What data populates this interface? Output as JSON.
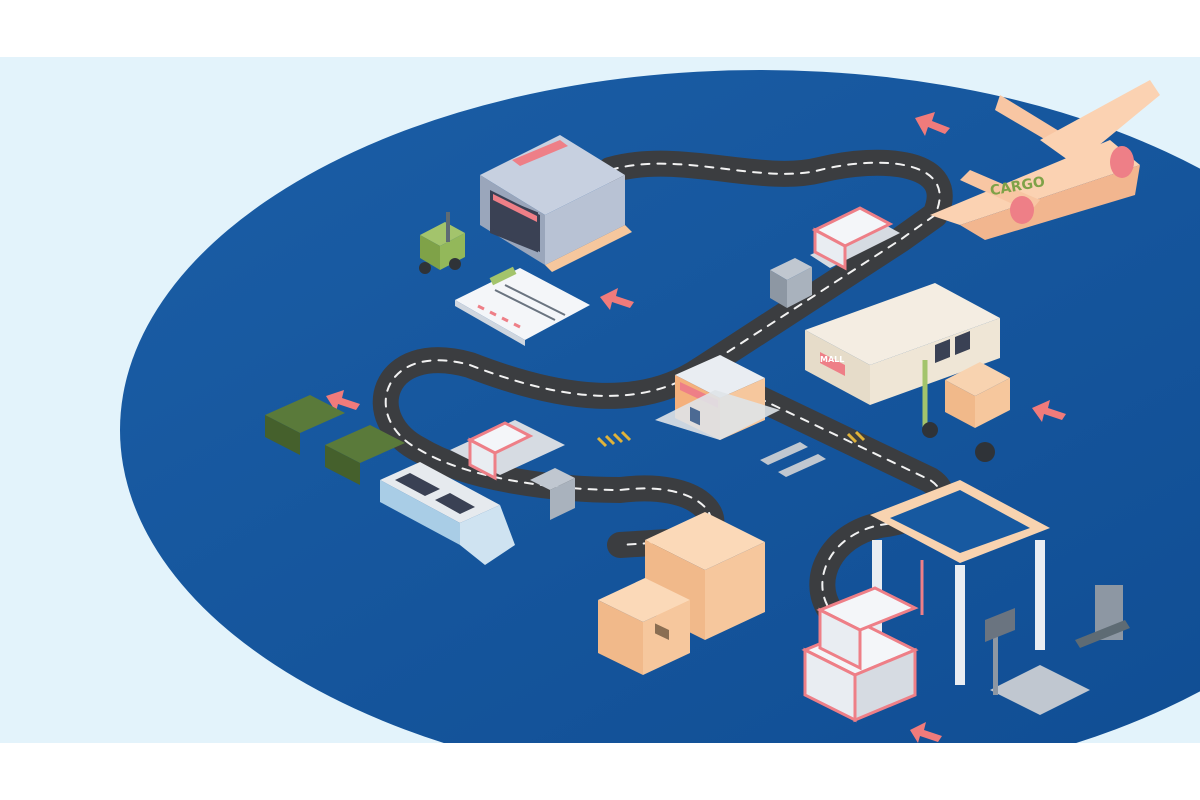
{
  "scene": {
    "description_elements": [
      "warehouse",
      "forklift",
      "checklist-board",
      "cargo-plane",
      "truck-upper",
      "mall-building",
      "hand-truck",
      "shop",
      "train",
      "truck-lower",
      "cardboard-boxes",
      "gantry-crane",
      "containers",
      "scale",
      "pallet-stacker"
    ]
  },
  "labels": {
    "plane": "CARGO",
    "mall": "MALL"
  },
  "colors": {
    "background_band": "#e3f3fb",
    "ellipse": "#1759a0",
    "road": "#3b3d40",
    "road_dash": "#f2f2f2",
    "arrow": "#f07b7b",
    "accent_pink": "#ee7f87",
    "box": "#f6c79d",
    "plane": "#fbd2b2"
  }
}
